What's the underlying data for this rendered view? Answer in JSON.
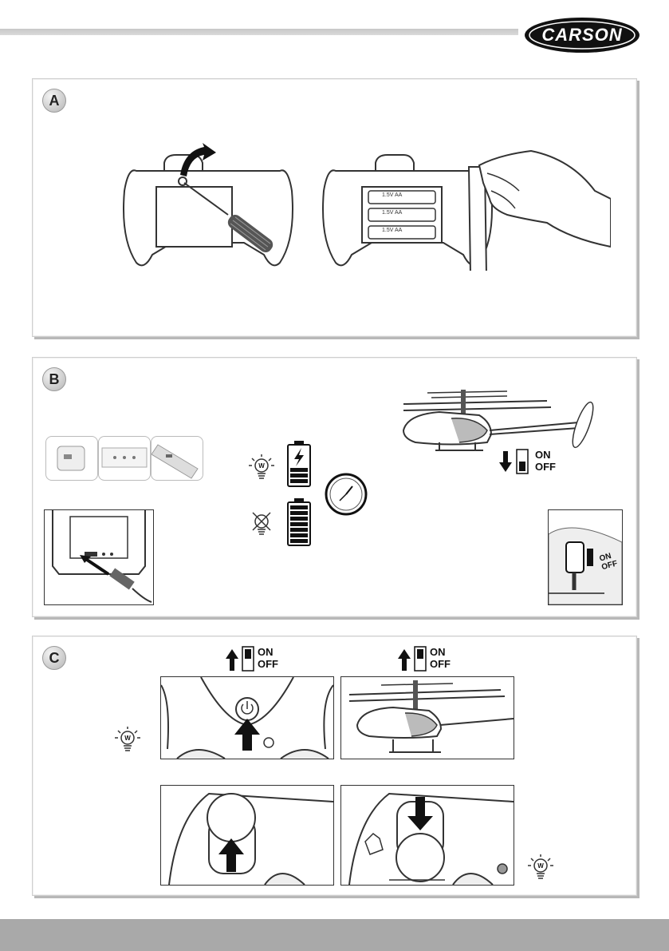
{
  "brand": {
    "logo_text": "CARSON"
  },
  "sections": {
    "a": {
      "label": "A"
    },
    "b": {
      "label": "B"
    },
    "c": {
      "label": "C"
    }
  },
  "battery_labels": [
    "1.5V AA",
    "1.5V AA",
    "1.5V AA"
  ],
  "switch": {
    "on": "ON",
    "off": "OFF"
  },
  "indicator_letter": "W"
}
